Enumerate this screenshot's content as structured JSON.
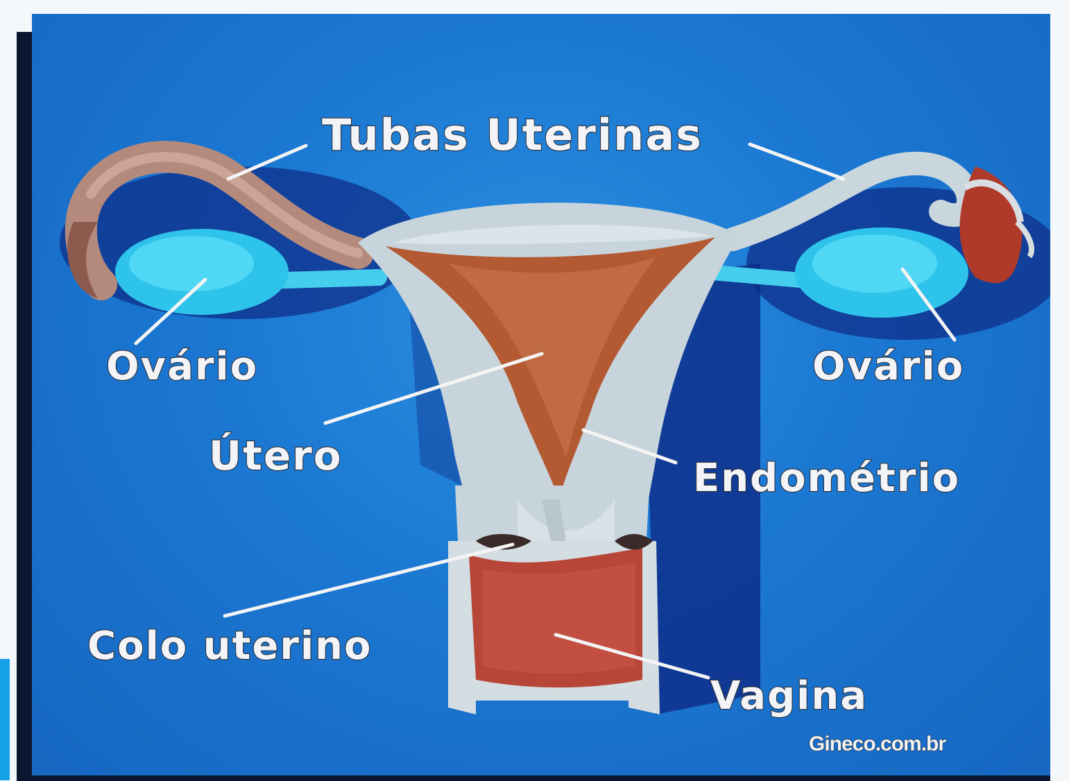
{
  "labels": {
    "tubas": "Tubas Uterinas",
    "ovario_left": "Ovário",
    "ovario_right": "Ovário",
    "utero": "Útero",
    "endometrio": "Endométrio",
    "colo": "Colo uterino",
    "vagina": "Vagina"
  },
  "credit": "Gineco.com.br",
  "colors": {
    "background": "#1b78d2",
    "ovary": "#33ccee",
    "uterus_wall": "#c9d6dc",
    "endometrium": "#b55a35",
    "vagina": "#b9473c",
    "tube": "#b48a7c"
  }
}
